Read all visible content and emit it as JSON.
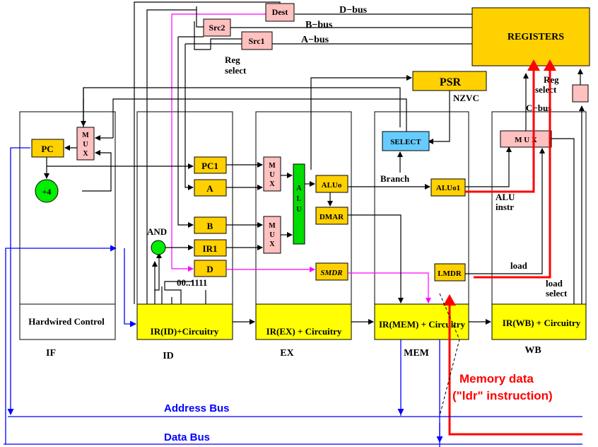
{
  "registers": {
    "label": "REGISTERS"
  },
  "psr": {
    "label": "PSR",
    "flags_label": "NZVC"
  },
  "buses": {
    "d_bus": "D−bus",
    "b_bus": "B−bus",
    "a_bus": "A−bus",
    "c_bus": "C−bus",
    "address_bus": "Address Bus",
    "data_bus": "Data Bus"
  },
  "selectors": {
    "dest": "Dest",
    "src2": "Src2",
    "src1": "Src1"
  },
  "labels": {
    "reg_select_1": "Reg",
    "reg_select_2": "select",
    "reg_select_right_1": "Reg",
    "reg_select_right_2": "select",
    "branch": "Branch",
    "alu_instr_1": "ALU",
    "alu_instr_2": "instr",
    "load": "load",
    "load_select_1": "load",
    "load_select_2": "select",
    "and": "AND",
    "const_bits": "00..1111",
    "memory_data_1": "Memory data",
    "memory_data_2": "(\"ldr\" instruction)"
  },
  "if_stage": {
    "pc": "PC",
    "mux": [
      "M",
      "U",
      "X"
    ],
    "plus4": "+4",
    "control": "Hardwired Control",
    "name": "IF"
  },
  "id_stage": {
    "latches": [
      "PC1",
      "A",
      "B",
      "IR1",
      "D"
    ],
    "control": "IR(ID)+Circuitry",
    "name": "ID"
  },
  "ex_stage": {
    "mux": [
      "M",
      "U",
      "X"
    ],
    "alu": [
      "A",
      "L",
      "U"
    ],
    "aluo": "ALUo",
    "dmar": "DMAR",
    "smdr": "SMDR",
    "control": "IR(EX) + Circuitry",
    "name": "EX"
  },
  "mem_stage": {
    "select": "SELECT",
    "aluo1": "ALUo1",
    "lmdr": "LMDR",
    "control": "IR(MEM) + Circuitry",
    "name": "MEM"
  },
  "wb_stage": {
    "mux": "M U X",
    "control": "IR(WB) + Circuitry",
    "name": "WB"
  },
  "colors": {
    "latch": "#ffd100",
    "selector": "#ffc0c0",
    "alu": "#00dd00",
    "select_box": "#66ccff",
    "control": "#ffff00",
    "bus": "#0000ff",
    "memory_path": "#ff0000",
    "d_path": "#ff00ff"
  }
}
